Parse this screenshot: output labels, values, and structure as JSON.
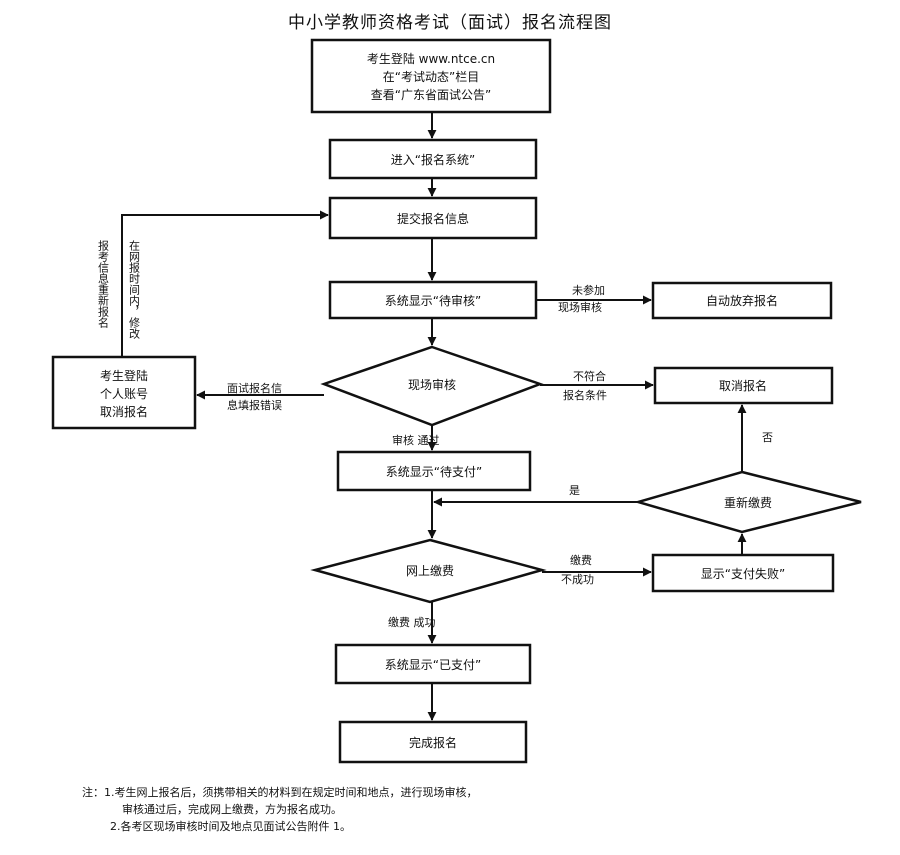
{
  "title": "中小学教师资格考试（面试）报名流程图",
  "nodes": {
    "login_site": {
      "line1_prefix": "考生登陆 ",
      "line1_link": "www.ntce.cn",
      "line2": "在“考试动态”栏目",
      "line3": "查看“广东省面试公告”"
    },
    "enter_system": "进入“报名系统”",
    "submit_info": "提交报名信息",
    "pending_review": "系统显示“待审核”",
    "auto_abandon": "自动放弃报名",
    "onsite_review": "现场审核",
    "login_cancel": {
      "line1": "考生登陆",
      "line2": "个人账号",
      "line3": "取消报名"
    },
    "cancel_registration": "取消报名",
    "pending_payment": "系统显示“待支付”",
    "repay": "重新缴费",
    "online_payment": "网上缴费",
    "payment_failed": "显示“支付失败”",
    "paid": "系统显示“已支付”",
    "complete": "完成报名"
  },
  "edge_labels": {
    "not_attend_1": "未参加",
    "not_attend_2": "现场审核",
    "not_qualified_1": "不符合",
    "not_qualified_2": "报名条件",
    "info_error_1": "面试报名信",
    "info_error_2": "息填报错误",
    "review_pass": "审核  通过",
    "no": "否",
    "yes": "是",
    "pay_fail_1": "缴费",
    "pay_fail_2": "不成功",
    "pay_success": "缴费  成功",
    "reregister_col1": "报考信息重新报名",
    "reregister_col2": "在网报时间内，修改"
  },
  "notes": {
    "line1": "注：1.考生网上报名后，须携带相关的材料到在规定时间和地点，进行现场审核，",
    "line2": "审核通过后，完成网上缴费，方为报名成功。",
    "line3": "2.各考区现场审核时间及地点见面试公告附件 1。"
  }
}
